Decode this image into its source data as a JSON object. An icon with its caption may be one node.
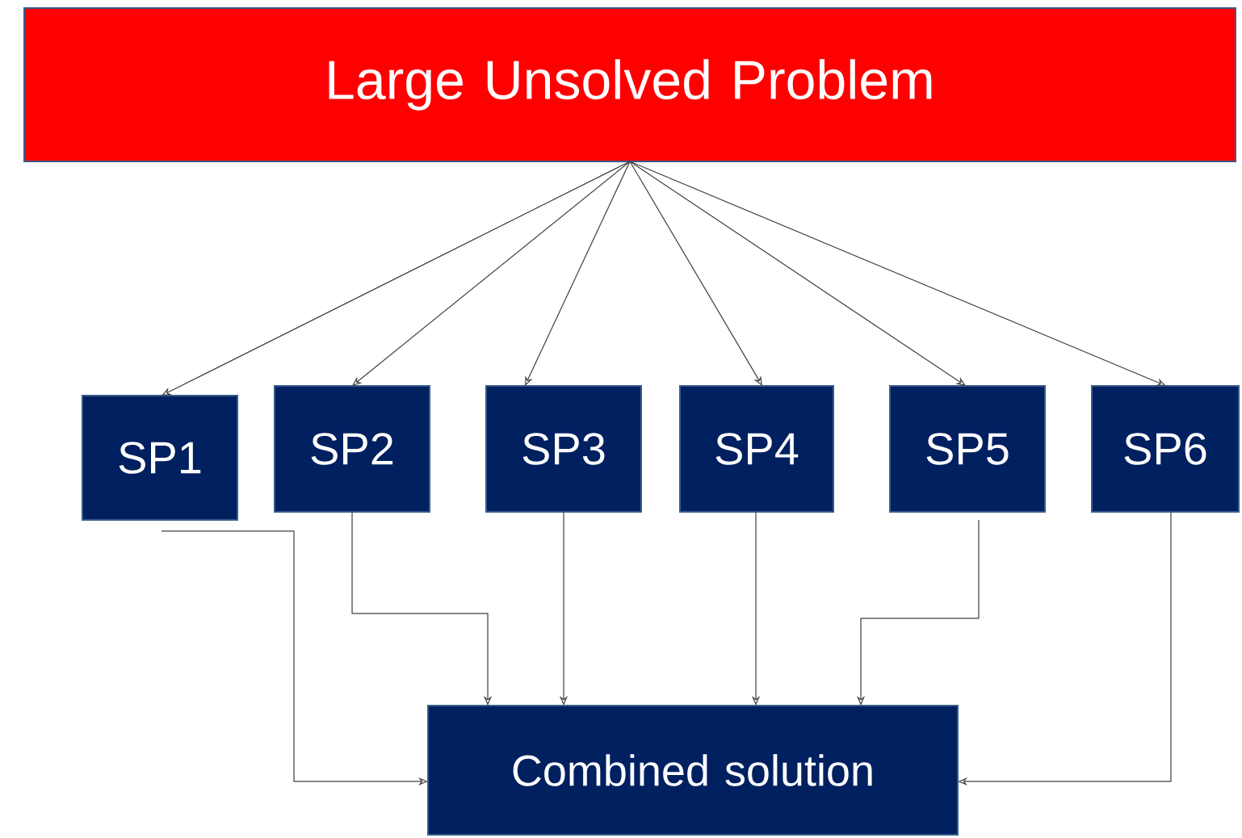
{
  "diagram": {
    "nodes": [
      {
        "text": [
          "Large Unsolved Problem"
        ]
      },
      {
        "text": [
          "SP1"
        ]
      },
      {
        "text": [
          "SP2"
        ]
      },
      {
        "text": [
          "SP3"
        ]
      },
      {
        "text": [
          "SP4"
        ]
      },
      {
        "text": [
          "SP5"
        ]
      },
      {
        "text": [
          "SP6"
        ]
      },
      {
        "text": [
          "Combined solution"
        ]
      }
    ],
    "edges": [
      {
        "from": 0,
        "to": 1,
        "arrow": "to"
      },
      {
        "from": 0,
        "to": 2,
        "arrow": "to"
      },
      {
        "from": 0,
        "to": 3,
        "arrow": "to"
      },
      {
        "from": 0,
        "to": 4,
        "arrow": "to"
      },
      {
        "from": 0,
        "to": 5,
        "arrow": "to"
      },
      {
        "from": 0,
        "to": 6,
        "arrow": "to"
      },
      {
        "from": 1,
        "to": 7,
        "arrow": "to"
      },
      {
        "from": 2,
        "to": 7,
        "arrow": "to"
      },
      {
        "from": 3,
        "to": 7,
        "arrow": "to"
      },
      {
        "from": 4,
        "to": 7,
        "arrow": "to"
      },
      {
        "from": 5,
        "to": 7,
        "arrow": "to"
      },
      {
        "from": 6,
        "to": 7,
        "arrow": "to"
      }
    ]
  }
}
